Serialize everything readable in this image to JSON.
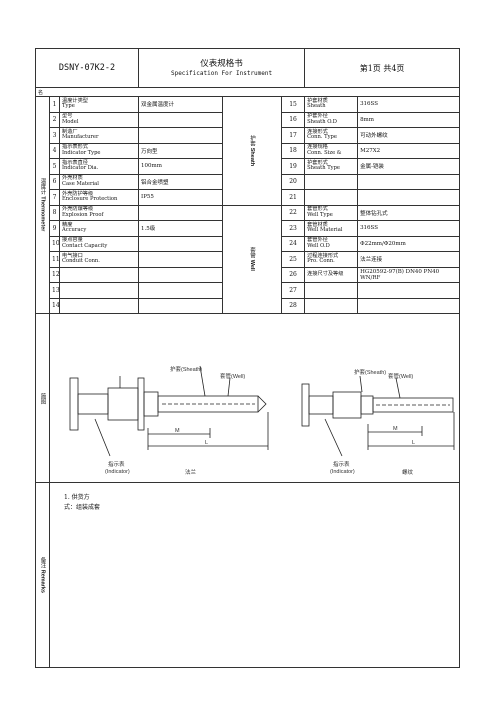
{
  "header": {
    "code": "DSNY-07K2-2",
    "title_cn": "仪表规格书",
    "title_en": "Specification For Instrument",
    "page_info": "第1页 共4页"
  },
  "gap_row": {
    "text": "名"
  },
  "thermometer_group": {
    "cn": "温度计",
    "en": "Thermometer"
  },
  "sheath_group": {
    "cn": "护套",
    "en": "Sheath"
  },
  "well_group": {
    "cn": "套管",
    "en": "Well"
  },
  "left_rows": [
    {
      "no": "1",
      "cn": "温度计类型",
      "en": "Type",
      "value": "双金属温度计"
    },
    {
      "no": "2",
      "cn": "型号",
      "en": "Model",
      "value": ""
    },
    {
      "no": "3",
      "cn": "制造厂",
      "en": "Manufacturer",
      "value": ""
    },
    {
      "no": "4",
      "cn": "指示表形式",
      "en": "Indicator Type",
      "value": "万向型"
    },
    {
      "no": "5",
      "cn": "指示表直径",
      "en": "Indicator Dia.",
      "value": "100mm"
    },
    {
      "no": "6",
      "cn": "外壳材质",
      "en": "Case Material",
      "value": "铝合金喷塑"
    },
    {
      "no": "7",
      "cn": "外壳防护等级",
      "en": "Enclosure Protection",
      "value": "IP55"
    },
    {
      "no": "8",
      "cn": "外壳防爆等级",
      "en": "Explosion Proof",
      "value": ""
    },
    {
      "no": "9",
      "cn": "精度",
      "en": "Accuracy",
      "value": "1.5级"
    },
    {
      "no": "10",
      "cn": "接点容量",
      "en": "Contact Capacity",
      "value": ""
    },
    {
      "no": "11",
      "cn": "电气接口",
      "en": "Conduit Conn.",
      "value": ""
    },
    {
      "no": "12",
      "cn": "",
      "en": "",
      "value": ""
    },
    {
      "no": "13",
      "cn": "",
      "en": "",
      "value": ""
    },
    {
      "no": "14",
      "cn": "",
      "en": "",
      "value": ""
    }
  ],
  "right_rows": [
    {
      "no": "15",
      "cn": "护套材质",
      "en": "Sheath",
      "value": "316SS"
    },
    {
      "no": "16",
      "cn": "护套外径",
      "en": "Sheath O.D",
      "value": "8mm"
    },
    {
      "no": "17",
      "cn": "连接形式",
      "en": "Conn. Type",
      "value": "可动外螺纹"
    },
    {
      "no": "18",
      "cn": "连接规格",
      "en": "Conn. Size &",
      "value": "M27X2"
    },
    {
      "no": "19",
      "cn": "护套形式",
      "en": "Sheath Type",
      "value": "金属-铠装"
    },
    {
      "no": "20",
      "cn": "",
      "en": "",
      "value": ""
    },
    {
      "no": "21",
      "cn": "",
      "en": "",
      "value": ""
    },
    {
      "no": "22",
      "cn": "套管形式",
      "en": "Well Type",
      "value": "整体钻孔式"
    },
    {
      "no": "23",
      "cn": "套管材质",
      "en": "Well Material",
      "value": "316SS"
    },
    {
      "no": "24",
      "cn": "套管外径",
      "en": "Well O.D",
      "value": "Φ22mm/Φ20mm"
    },
    {
      "no": "25",
      "cn": "过程连接形式",
      "en": "Pro. Conn.",
      "value": "法兰连接"
    },
    {
      "no": "26",
      "cn": "连接尺寸及等级",
      "en": "",
      "value": "HG20592-97(B) DN40 PN40 WN/RF"
    },
    {
      "no": "27",
      "cn": "",
      "en": "",
      "value": ""
    },
    {
      "no": "28",
      "cn": "",
      "en": "",
      "value": ""
    }
  ],
  "diagram_section": {
    "label": "简图",
    "sheath_label_1": "护套(Sheath)",
    "sheath_label_2": "护套(Sheath)",
    "well_label_1": "套管(Well)",
    "well_label_2": "套管(Well)",
    "indicator_label_1": "指示表",
    "indicator_en_1": "(Indicator)",
    "indicator_label_2": "指示表",
    "indicator_en_2": "(Indicator)",
    "dim_m": "M",
    "dim_l": "L",
    "caption_1": "法兰",
    "caption_2": "螺纹"
  },
  "remarks": {
    "label_cn": "备注",
    "label_en": "Remarks",
    "line1": "1. 供货方",
    "line2": "式：组装成套"
  }
}
